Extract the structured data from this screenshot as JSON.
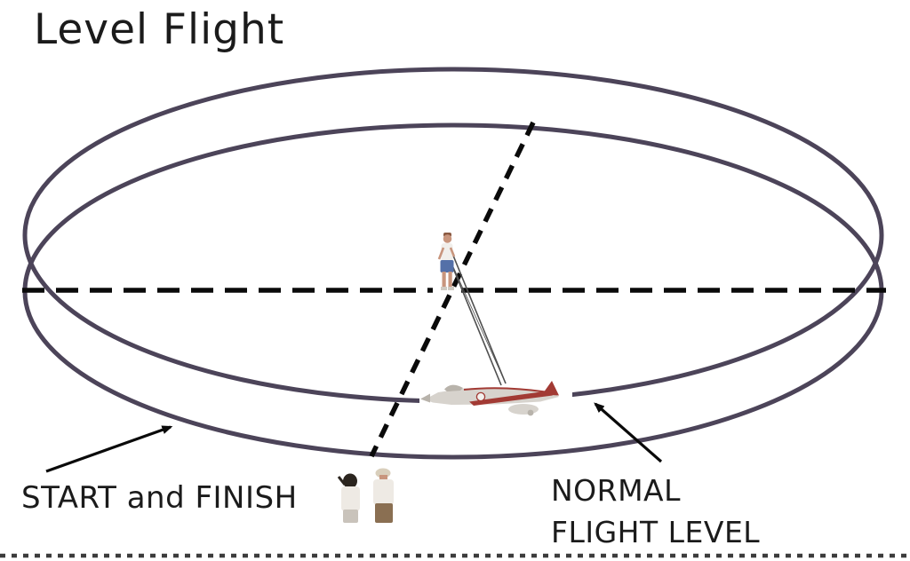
{
  "title": {
    "text": "Level Flight"
  },
  "labels": {
    "start_finish": "START and FINISH",
    "normal_line1": "NORMAL",
    "normal_line2": "FLIGHT LEVEL"
  },
  "colors": {
    "background": "#ffffff",
    "text": "#1b1b1b",
    "flight_circle": "#4c4459",
    "dashed_line": "#0a0a0a",
    "arrow": "#0a0a0a",
    "ground_line": "#3c3c3c",
    "control_line": "#4f4f4f",
    "plane_body": "#d7d3cd",
    "plane_shade": "#b8b3ab",
    "plane_trim_red": "#a23a34",
    "skin": "#c8957d",
    "pilot_hair": "#8a5a42",
    "pilot_shirt": "#f1efeb",
    "pilot_shorts": "#5470a8",
    "judge_shirt": "#eeeae4",
    "judge_hair": "#2b251f",
    "judge_cap": "#d9cfbc",
    "judge_pants_light": "#c9c3bb",
    "judge_pants_brown": "#8a6f52"
  },
  "figures": {
    "pilot": "pilot",
    "airplane": "model-airplane",
    "judges": "judges"
  }
}
